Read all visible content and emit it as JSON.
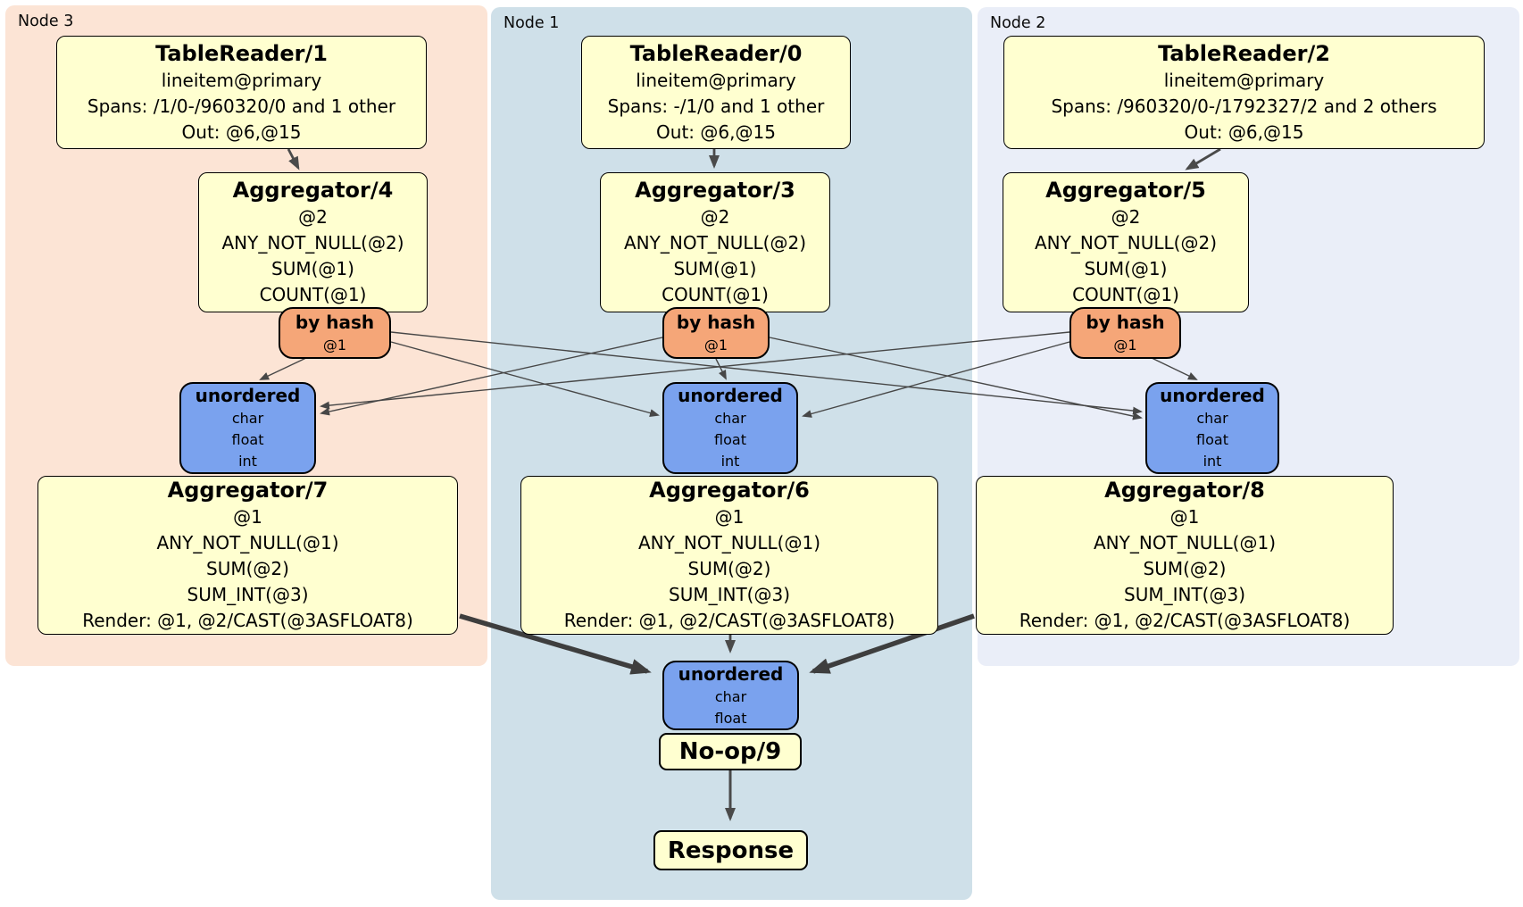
{
  "colors": {
    "node3_bg": "#fce4d5",
    "node1_bg": "#cfe0e9",
    "node2_bg": "#eaeef8",
    "processor_fill": "#ffffd0",
    "router_fill": "#f5a678",
    "stream_fill": "#7aa2ee",
    "edge": "#474747"
  },
  "nodes": {
    "node3": {
      "label": "Node 3",
      "tablereader": {
        "title": "TableReader/1",
        "lines": [
          "lineitem@primary",
          "Spans: /1/0-/960320/0 and 1 other",
          "Out: @6,@15"
        ]
      },
      "aggregator_top": {
        "title": "Aggregator/4",
        "lines": [
          "@2",
          "ANY_NOT_NULL(@2)",
          "SUM(@1)",
          "COUNT(@1)"
        ]
      },
      "by_hash": {
        "title": "by hash",
        "sub": "@1"
      },
      "stream": {
        "title": "unordered",
        "types": [
          "char",
          "float",
          "int"
        ]
      },
      "aggregator_bottom": {
        "title": "Aggregator/7",
        "lines": [
          "@1",
          "ANY_NOT_NULL(@1)",
          "SUM(@2)",
          "SUM_INT(@3)",
          "Render: @1, @2/CAST(@3ASFLOAT8)"
        ]
      }
    },
    "node1": {
      "label": "Node 1",
      "tablereader": {
        "title": "TableReader/0",
        "lines": [
          "lineitem@primary",
          "Spans: -/1/0 and 1 other",
          "Out: @6,@15"
        ]
      },
      "aggregator_top": {
        "title": "Aggregator/3",
        "lines": [
          "@2",
          "ANY_NOT_NULL(@2)",
          "SUM(@1)",
          "COUNT(@1)"
        ]
      },
      "by_hash": {
        "title": "by hash",
        "sub": "@1"
      },
      "stream": {
        "title": "unordered",
        "types": [
          "char",
          "float",
          "int"
        ]
      },
      "aggregator_bottom": {
        "title": "Aggregator/6",
        "lines": [
          "@1",
          "ANY_NOT_NULL(@1)",
          "SUM(@2)",
          "SUM_INT(@3)",
          "Render: @1, @2/CAST(@3ASFLOAT8)"
        ]
      },
      "final_stream": {
        "title": "unordered",
        "types": [
          "char",
          "float"
        ]
      },
      "noop": {
        "title": "No-op/9"
      },
      "response": {
        "title": "Response"
      }
    },
    "node2": {
      "label": "Node 2",
      "tablereader": {
        "title": "TableReader/2",
        "lines": [
          "lineitem@primary",
          "Spans: /960320/0-/1792327/2 and 2 others",
          "Out: @6,@15"
        ]
      },
      "aggregator_top": {
        "title": "Aggregator/5",
        "lines": [
          "@2",
          "ANY_NOT_NULL(@2)",
          "SUM(@1)",
          "COUNT(@1)"
        ]
      },
      "by_hash": {
        "title": "by hash",
        "sub": "@1"
      },
      "stream": {
        "title": "unordered",
        "types": [
          "char",
          "float",
          "int"
        ]
      },
      "aggregator_bottom": {
        "title": "Aggregator/8",
        "lines": [
          "@1",
          "ANY_NOT_NULL(@1)",
          "SUM(@2)",
          "SUM_INT(@3)",
          "Render: @1, @2/CAST(@3ASFLOAT8)"
        ]
      }
    }
  },
  "edges": [
    {
      "from": "TableReader/1",
      "to": "Aggregator/4"
    },
    {
      "from": "TableReader/0",
      "to": "Aggregator/3"
    },
    {
      "from": "TableReader/2",
      "to": "Aggregator/5"
    },
    {
      "from": "by hash (Node 3)",
      "to": "unordered (Node 3)"
    },
    {
      "from": "by hash (Node 3)",
      "to": "unordered (Node 1)"
    },
    {
      "from": "by hash (Node 3)",
      "to": "unordered (Node 2)"
    },
    {
      "from": "by hash (Node 1)",
      "to": "unordered (Node 3)"
    },
    {
      "from": "by hash (Node 1)",
      "to": "unordered (Node 1)"
    },
    {
      "from": "by hash (Node 1)",
      "to": "unordered (Node 2)"
    },
    {
      "from": "by hash (Node 2)",
      "to": "unordered (Node 3)"
    },
    {
      "from": "by hash (Node 2)",
      "to": "unordered (Node 1)"
    },
    {
      "from": "by hash (Node 2)",
      "to": "unordered (Node 2)"
    },
    {
      "from": "Aggregator/7",
      "to": "final unordered"
    },
    {
      "from": "Aggregator/6",
      "to": "final unordered"
    },
    {
      "from": "Aggregator/8",
      "to": "final unordered"
    },
    {
      "from": "No-op/9",
      "to": "Response"
    }
  ]
}
